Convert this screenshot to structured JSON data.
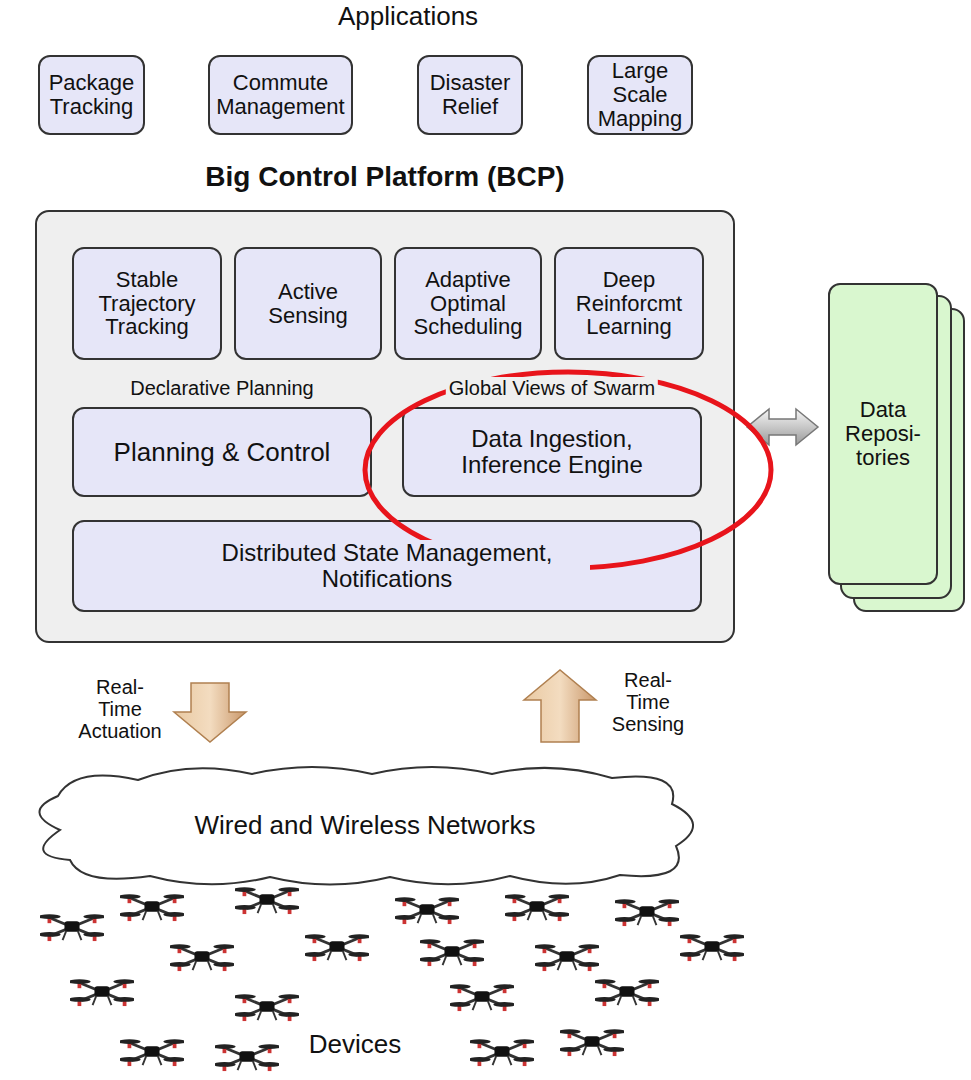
{
  "diagram": {
    "nodes": [
      {
        "text": [
          "Package Tracking"
        ]
      },
      {
        "text": [
          "Commute Management"
        ]
      },
      {
        "text": [
          "Disaster Relief"
        ]
      },
      {
        "text": [
          "Large Scale Mapping"
        ]
      },
      {
        "text": [
          "Big Control Platform (BCP)"
        ]
      },
      {
        "text": [
          "Stable Trajectory Tracking"
        ],
        "in": 4
      },
      {
        "text": [
          "Active Sensing"
        ],
        "in": 4
      },
      {
        "text": [
          "Adaptive Optimal Scheduling"
        ],
        "in": 4
      },
      {
        "text": [
          "Deep Reinforcmt Learning"
        ],
        "in": 4
      },
      {
        "text": [
          "Declarative Planning",
          "Planning & Control"
        ],
        "in": 4
      },
      {
        "text": [
          "Global Views of Swarm",
          "Data Ingestion, Inference Engine"
        ],
        "in": 4
      },
      {
        "text": [
          "Distributed State Management, Notifications"
        ],
        "in": 4
      },
      {
        "text": [
          "Data Reposi- tories"
        ]
      },
      {
        "text": [
          "Wired and Wireless Networks"
        ]
      }
    ],
    "edges": [
      {
        "from": 4,
        "to": 13,
        "arrow": "to",
        "label": "Real-Time Actuation"
      },
      {
        "from": 13,
        "to": 4,
        "arrow": "to",
        "label": "Real-Time Sensing"
      },
      {
        "from": 4,
        "to": 12,
        "arrow": "both"
      }
    ],
    "labels": [
      "Applications",
      "Devices"
    ]
  }
}
